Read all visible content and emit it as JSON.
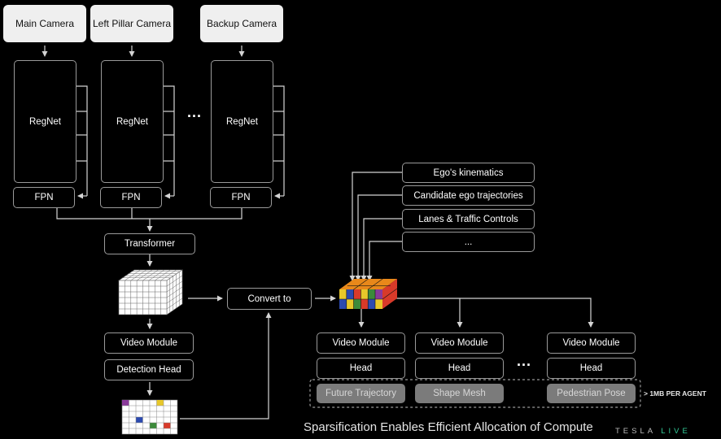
{
  "cameras": {
    "main": "Main Camera",
    "left_pillar": "Left Pillar Camera",
    "backup": "Backup Camera"
  },
  "backbone": {
    "regnet": "RegNet",
    "fpn": "FPN",
    "ellipsis": "..."
  },
  "pipeline": {
    "transformer": "Transformer",
    "video_module": "Video Module",
    "detection_head": "Detection Head",
    "convert_to": "Convert to"
  },
  "inputs": {
    "items": [
      "Ego's kinematics",
      "Candidate ego trajectories",
      "Lanes & Traffic Controls",
      "..."
    ]
  },
  "heads": {
    "video_module": "Video Module",
    "head": "Head",
    "ellipsis": "...",
    "outputs": [
      "Future Trajectory",
      "Shape Mesh",
      "Pedestrian Pose"
    ],
    "note": "> 1MB PER AGENT"
  },
  "caption": "Sparsification Enables Efficient Allocation of Compute",
  "logo": {
    "tesla": "TESLA",
    "live": "LIVE"
  },
  "colors": {
    "line": "#d4d4d4",
    "box_border": "#9a9a9a",
    "camera_fill": "#efefef",
    "output_fill": "#7b7b7b",
    "grid_cells": [
      "#e8c82a",
      "#e8881a",
      "#d83a2a",
      "#3c8a3a",
      "#2c4ab0",
      "#8a3a9a"
    ]
  }
}
